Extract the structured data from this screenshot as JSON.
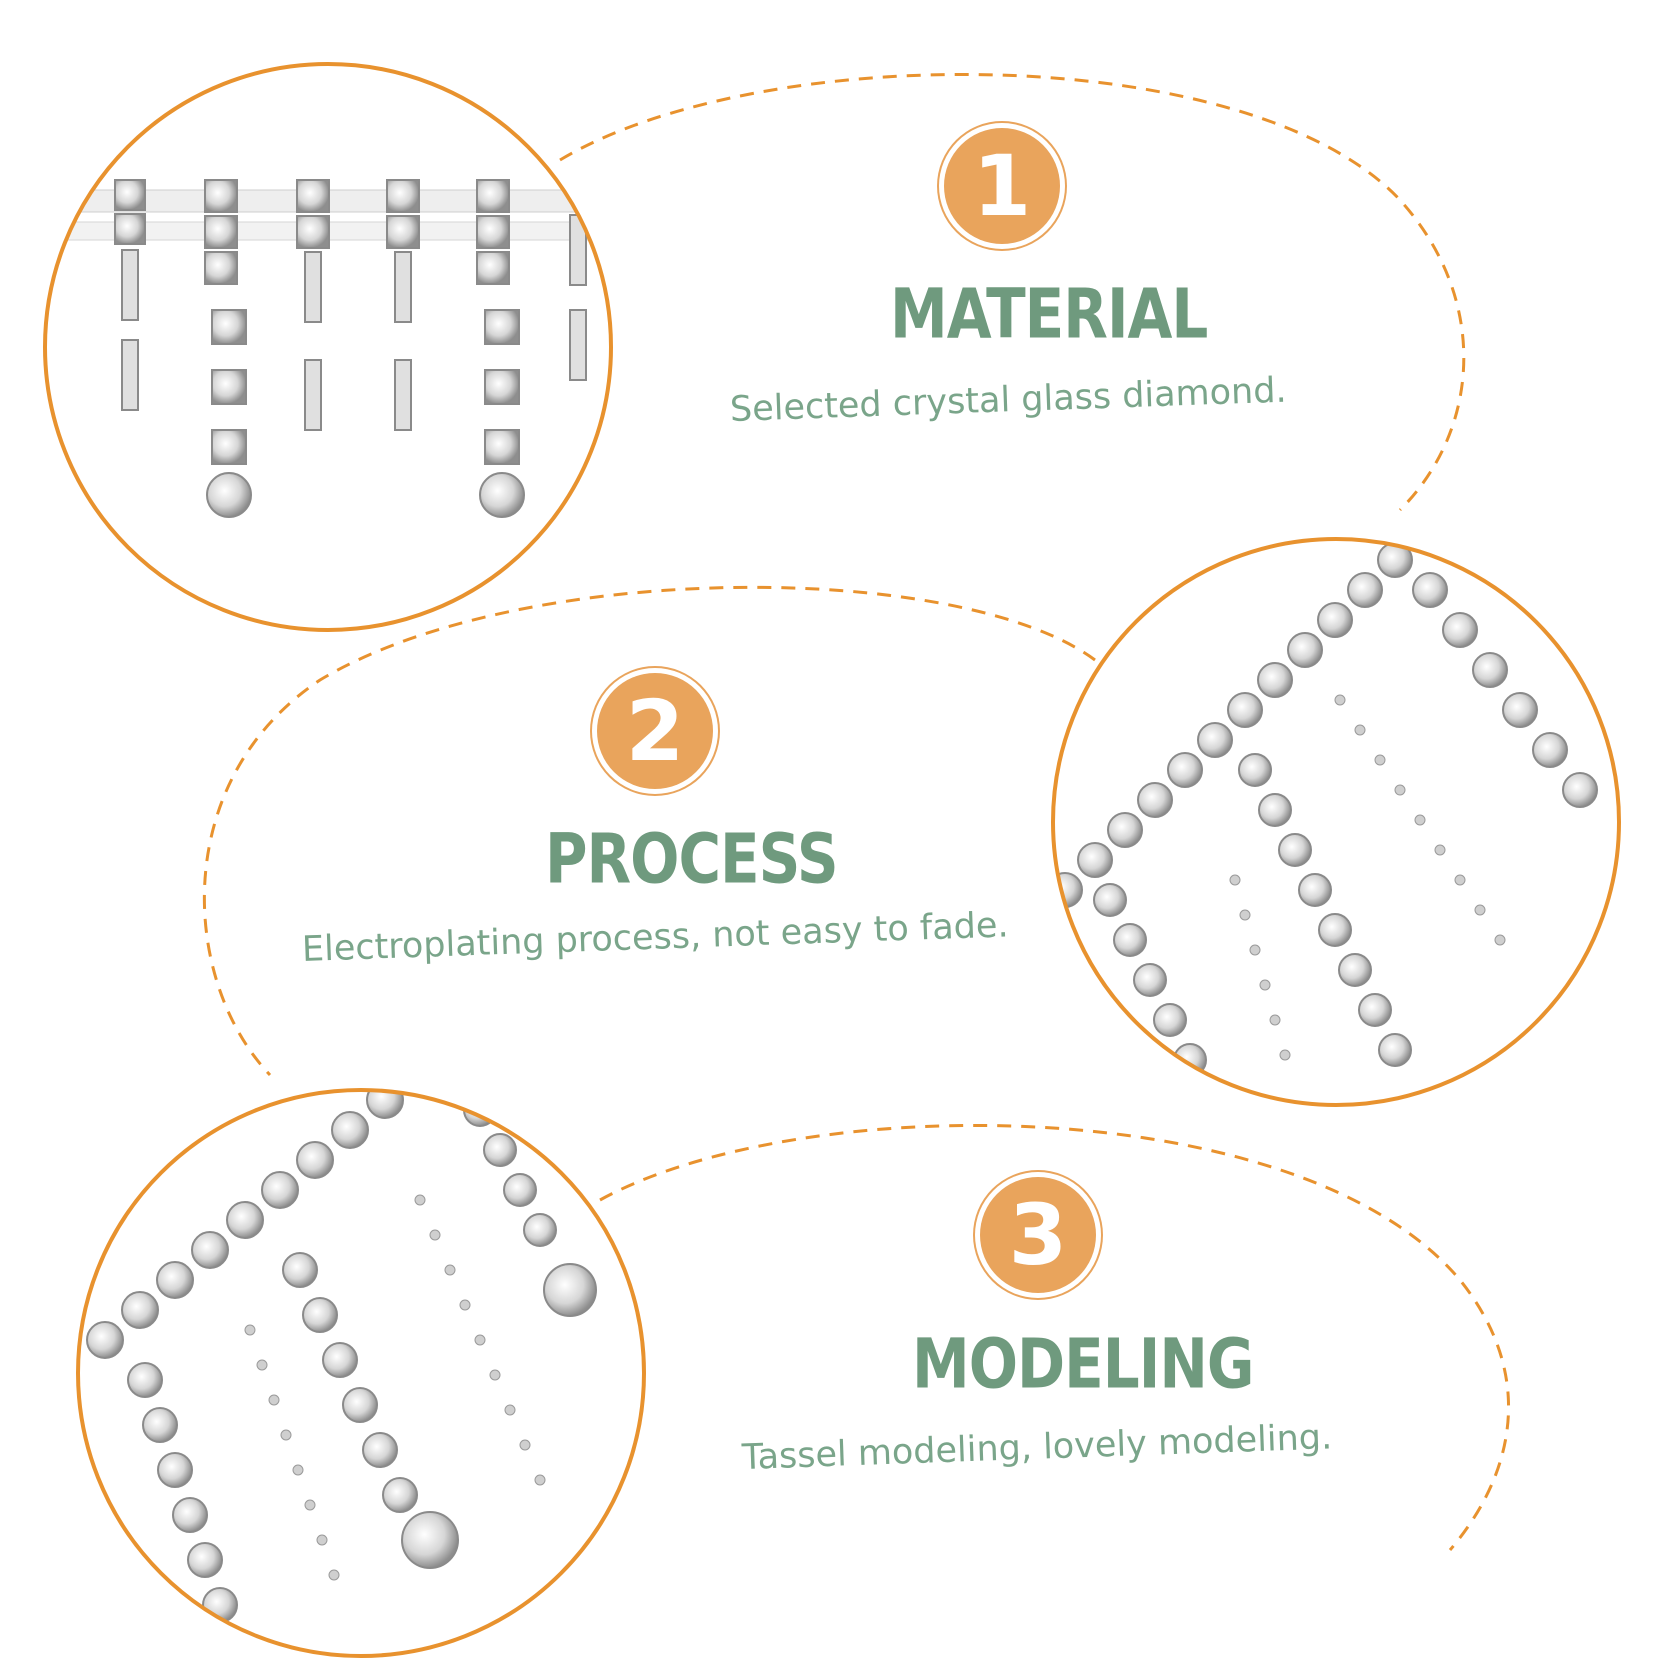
{
  "colors": {
    "accent": "#e9a45c",
    "heading": "#6f9a7e",
    "text": "#7aa58a",
    "ring": "#e8922e"
  },
  "features": [
    {
      "number": "1",
      "title": "MATERIAL",
      "description": "Selected crystal glass diamond."
    },
    {
      "number": "2",
      "title": "PROCESS",
      "description": "Electroplating process, not easy to fade."
    },
    {
      "number": "3",
      "title": "MODELING",
      "description": "Tassel modeling, lovely modeling."
    }
  ]
}
